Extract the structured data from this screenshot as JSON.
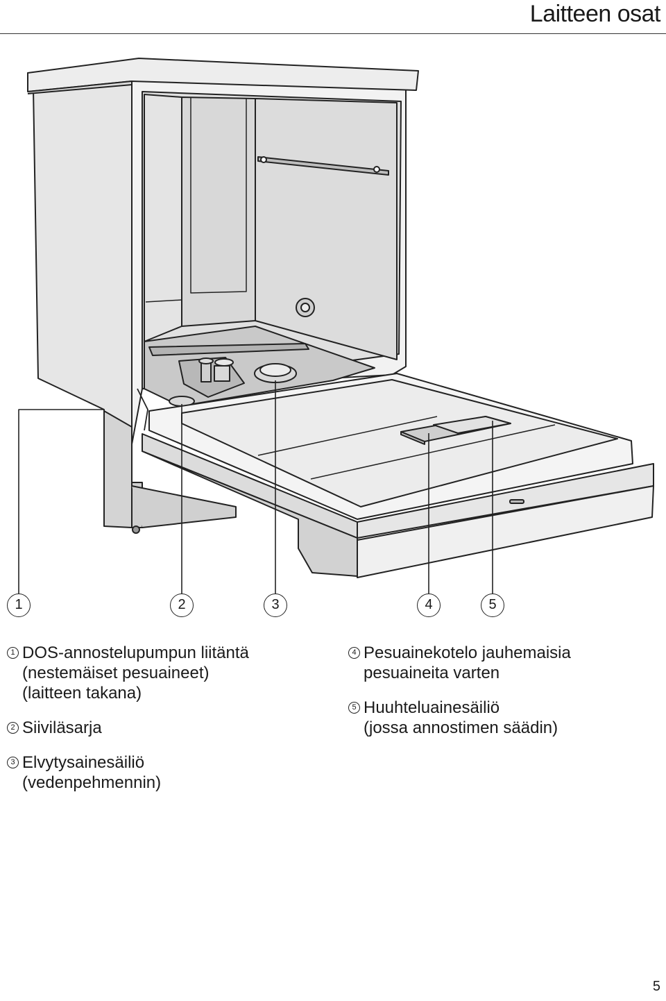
{
  "header": {
    "title": "Laitteen osat"
  },
  "callouts": [
    "1",
    "2",
    "3",
    "4",
    "5"
  ],
  "legend": [
    {
      "num": "1",
      "text": "DOS-annostelupumpun liitäntä\n(nestemäiset pesuaineet)\n(laitteen takana)"
    },
    {
      "num": "2",
      "text": "Siiviläsarja"
    },
    {
      "num": "3",
      "text": "Elvytysainesäiliö\n(vedenpehmennin)"
    },
    {
      "num": "4",
      "text": "Pesuainekotelo jauhemaisia\npesuaineita varten"
    },
    {
      "num": "5",
      "text": "Huuhteluainesäiliö\n(jossa annostimen säädin)"
    }
  ],
  "footer": {
    "page_number": "5"
  }
}
